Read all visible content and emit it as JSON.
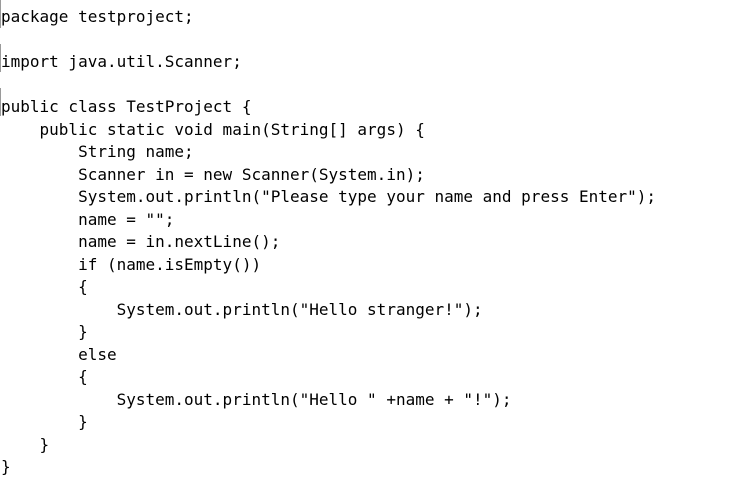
{
  "editor": {
    "lines": [
      "package testproject;",
      "",
      "import java.util.Scanner;",
      "",
      "public class TestProject {",
      "    public static void main(String[] args) {",
      "        String name;",
      "        Scanner in = new Scanner(System.in);",
      "        System.out.println(\"Please type your name and press Enter\");",
      "        name = \"\";",
      "        name = in.nextLine();",
      "        if (name.isEmpty())",
      "        {",
      "            System.out.println(\"Hello stranger!\");",
      "        }",
      "        else",
      "        {",
      "            System.out.println(\"Hello \" +name + \"!\");",
      "        }",
      "    }",
      "}"
    ]
  }
}
